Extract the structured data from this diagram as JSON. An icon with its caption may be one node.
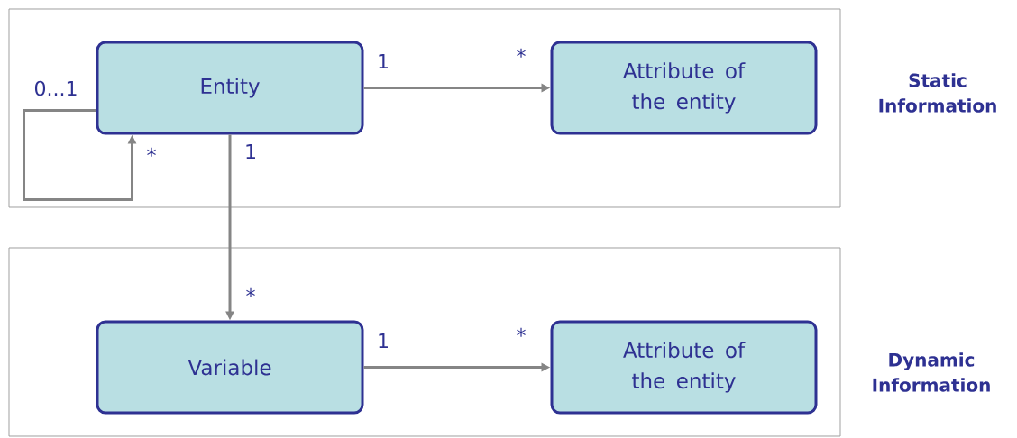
{
  "diagram": {
    "nodes": [
      {
        "text": [],
        "shape": "box",
        "beside": [
          "Static Information"
        ]
      },
      {
        "text": [
          "Entity"
        ],
        "in": 0
      },
      {
        "text": [
          "Attribute of the entity"
        ],
        "in": 0
      },
      {
        "text": [],
        "shape": "box",
        "beside": [
          "Dynamic Information"
        ]
      },
      {
        "text": [
          "Variable"
        ],
        "in": 3
      },
      {
        "text": [
          "Attribute of the entity"
        ],
        "in": 3
      }
    ],
    "edges": [
      {
        "from": 1,
        "to": 1,
        "arrow": "to"
      },
      {
        "from": 1,
        "to": 2,
        "arrow": "to"
      },
      {
        "from": 1,
        "to": 4,
        "arrow": "to"
      },
      {
        "from": 4,
        "to": 5,
        "arrow": "to"
      }
    ],
    "labels": [
      "1",
      "*",
      "0...1",
      "*",
      "1",
      "*",
      "1",
      "*"
    ]
  }
}
